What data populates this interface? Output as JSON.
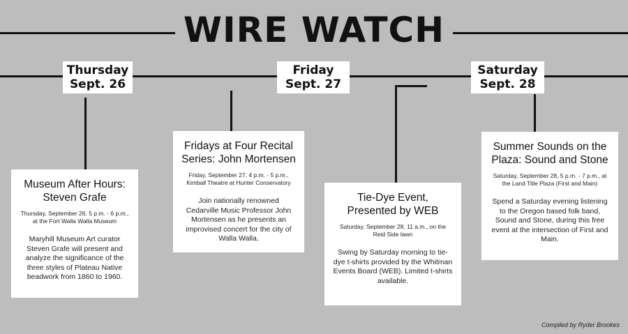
{
  "title": "WIRE WATCH",
  "days": [
    {
      "weekday": "Thursday",
      "date": "Sept. 26"
    },
    {
      "weekday": "Friday",
      "date": "Sept. 27"
    },
    {
      "weekday": "Saturday",
      "date": "Sept. 28"
    }
  ],
  "events": [
    {
      "title": "Museum After Hours: Steven Grafe",
      "when": "Thursday, September 26, 5 p.m. - 6 p.m., at the Fort Walla Walla Museum",
      "description": "Maryhill Museum Art curator Steven Grafe will present and analyze the significance of the three styles of Plateau Native beadwork from 1860 to 1960."
    },
    {
      "title": "Fridays at Four Recital Series: John Mortensen",
      "when": "Friday, September 27, 4 p.m. - 5 p.m., Kimball Theatre at Hunter Conservatory",
      "description": "Join nationally renowned Cedarville Music Professor John Mortensen as he presents an improvised concert for the city of Walla Walla."
    },
    {
      "title": "Tie-Dye Event, Presented by WEB",
      "when": "Saturday, September 28, 11 a.m., on the Reid Side lawn",
      "description": "Swing by Saturday morning to tie-dye t-shirts provided by the Whitman Events Board (WEB). Limited t-shirts available."
    },
    {
      "title": "Summer Sounds on the Plaza: Sound and Stone",
      "when": "Saturday, September 28, 5 p.m. - 7 p.m., at the Land Title Plaza (First and Main)",
      "description": "Spend a Saturday evening listening to the Oregon based folk band, Sound and Stone, during this free event at the intersection of First and Main."
    }
  ],
  "credit": "Compiled by Ryder Brookes"
}
